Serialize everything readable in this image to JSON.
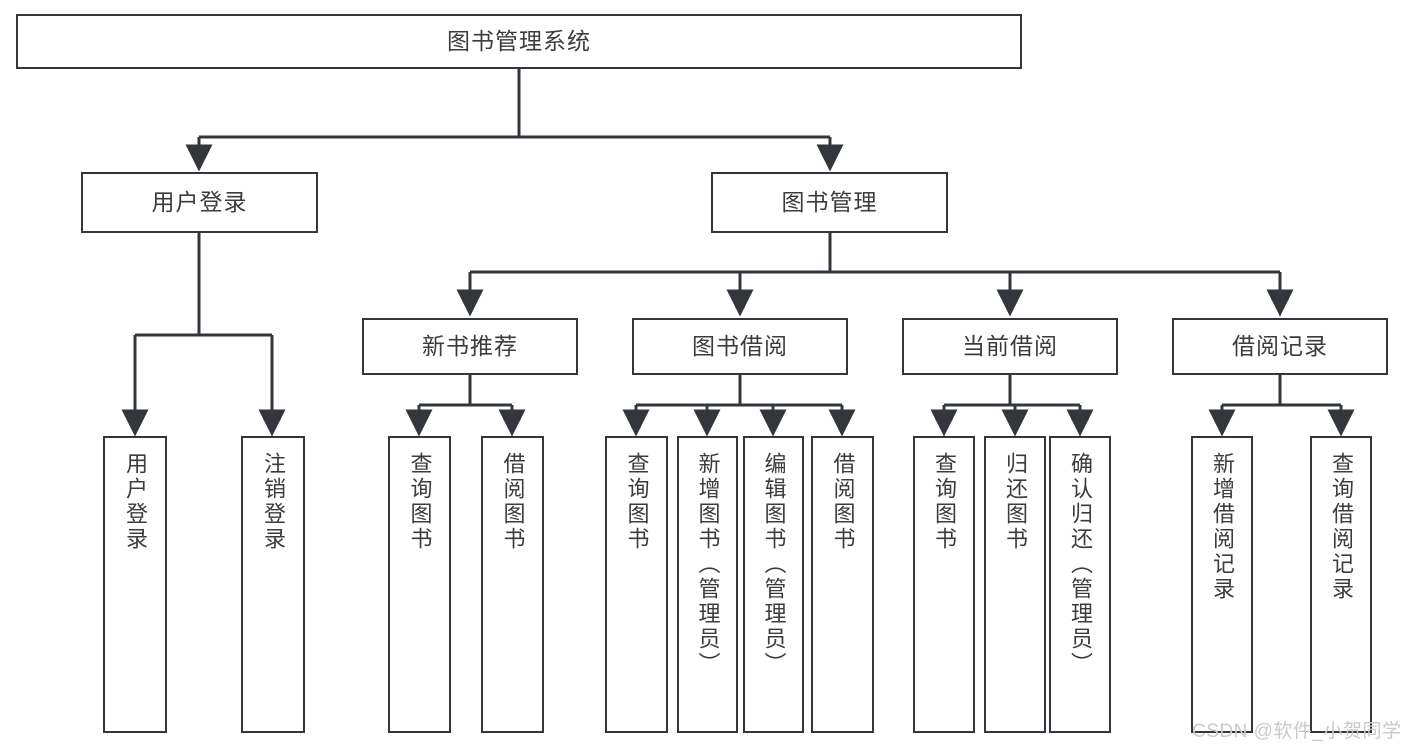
{
  "diagram": {
    "title": "图书管理系统",
    "type": "tree-hierarchy-diagram",
    "colors": {
      "stroke": "#33363b",
      "text": "#3c3c3c",
      "background": "#ffffff",
      "watermark": "#c9c9c9"
    },
    "root": {
      "label": "图书管理系统"
    },
    "level2": [
      {
        "label": "用户登录"
      },
      {
        "label": "图书管理"
      }
    ],
    "level3": [
      {
        "label": "新书推荐"
      },
      {
        "label": "图书借阅"
      },
      {
        "label": "当前借阅"
      },
      {
        "label": "借阅记录"
      }
    ],
    "leaves": {
      "user_login": [
        {
          "label": "用户登录"
        },
        {
          "label": "注销登录"
        }
      ],
      "new_book_recommend": [
        {
          "label": "查询图书"
        },
        {
          "label": "借阅图书"
        }
      ],
      "book_borrow": [
        {
          "label": "查询图书"
        },
        {
          "label": "新增图书（管理员）"
        },
        {
          "label": "编辑图书（管理员）"
        },
        {
          "label": "借阅图书"
        }
      ],
      "current_borrow": [
        {
          "label": "查询图书"
        },
        {
          "label": "归还图书"
        },
        {
          "label": "确认归还（管理员）"
        }
      ],
      "borrow_record": [
        {
          "label": "新增借阅记录"
        },
        {
          "label": "查询借阅记录"
        }
      ]
    }
  },
  "watermark": {
    "text": "CSDN @软件_小贺同学"
  }
}
